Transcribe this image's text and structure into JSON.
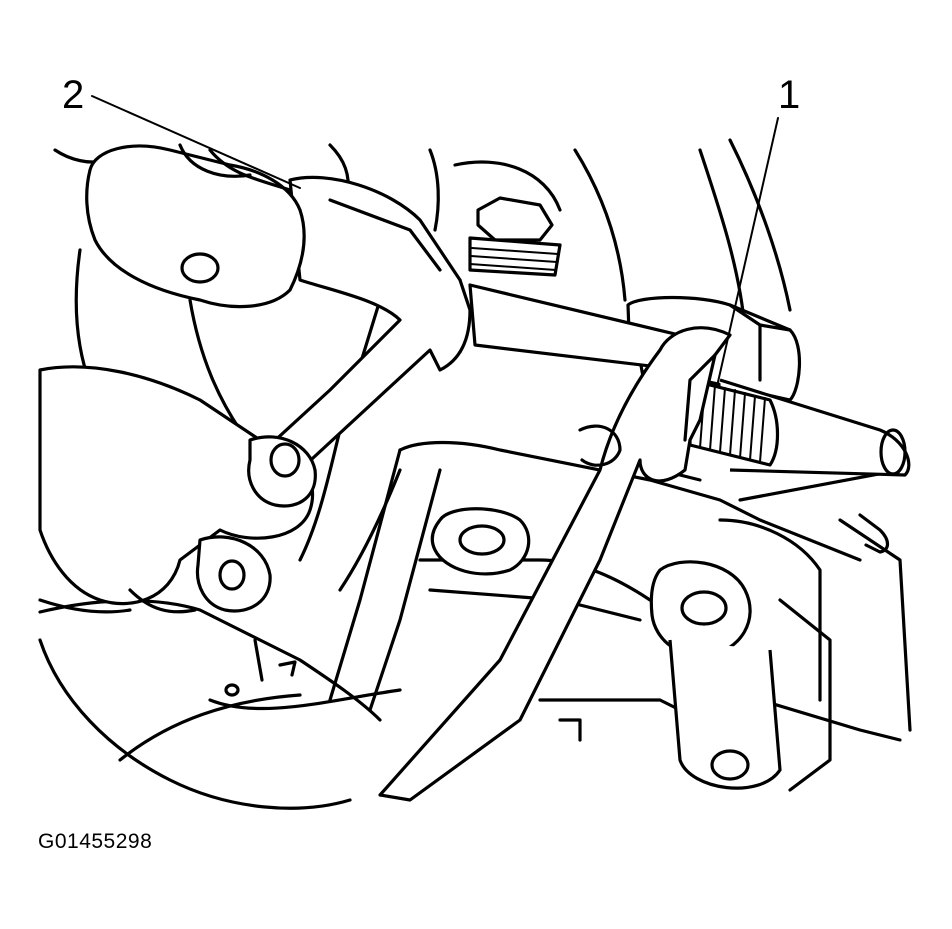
{
  "callouts": [
    {
      "label": "2"
    },
    {
      "label": "1"
    }
  ],
  "figure_id": "G01455298"
}
